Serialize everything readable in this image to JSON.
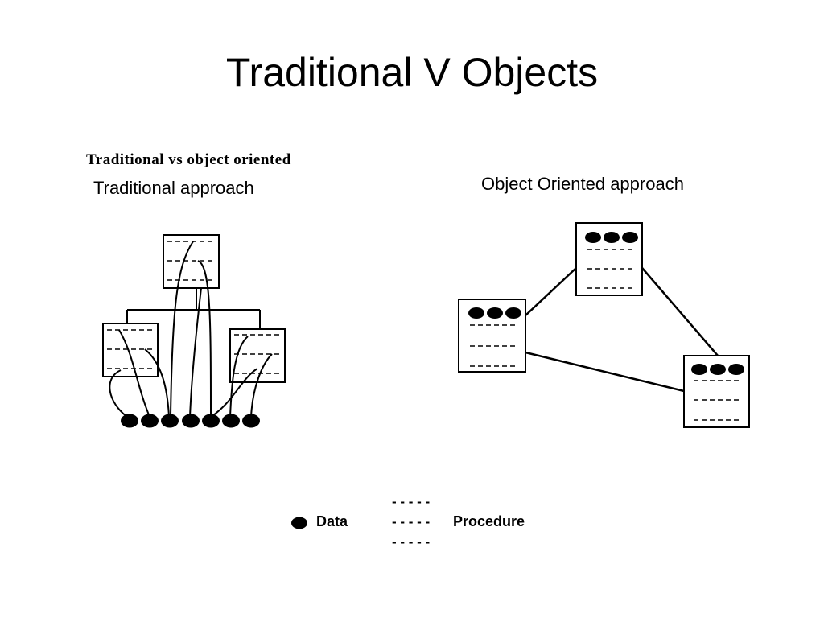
{
  "slide": {
    "title": "Traditional V Objects"
  },
  "figure": {
    "heading": "Traditional vs object oriented",
    "left_label": "Traditional approach",
    "right_label": "Object Oriented approach",
    "procedure_dashes": "- - - - -"
  },
  "legend": {
    "data_label": "Data",
    "procedure_label": "Procedure"
  },
  "colors": {
    "ink": "#000000",
    "background": "#ffffff"
  }
}
